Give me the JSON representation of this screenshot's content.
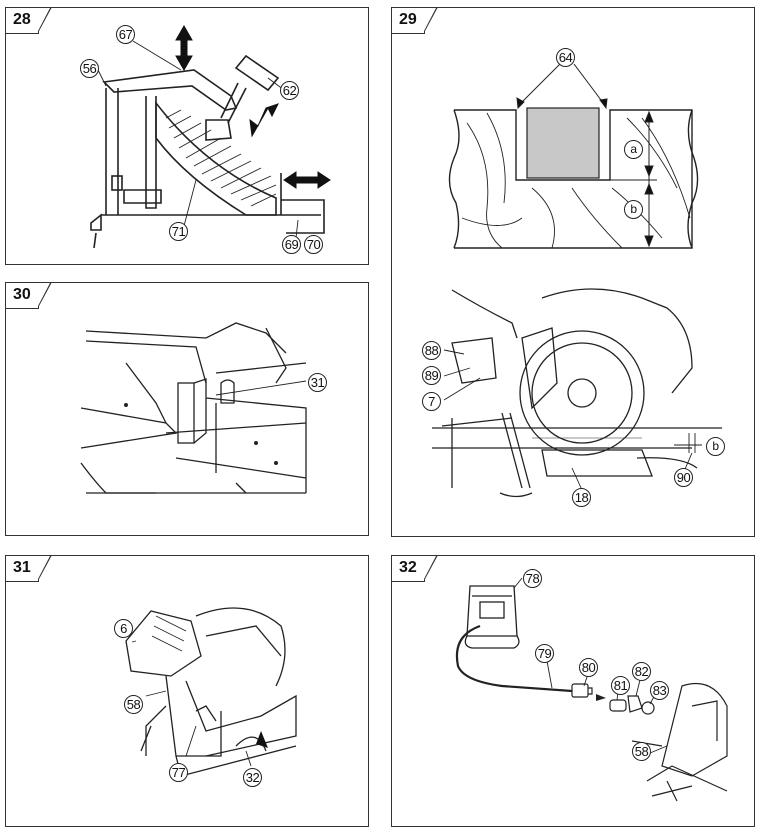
{
  "panels": {
    "p28": {
      "number": "28",
      "labels": {
        "l67": "67",
        "l56": "56",
        "l62": "62",
        "l71": "71",
        "l69": "69",
        "l70": "70"
      }
    },
    "p29": {
      "number": "29",
      "labels": {
        "l64": "64",
        "la": "a",
        "lb": "b",
        "l88": "88",
        "l89": "89",
        "l7": "7",
        "lb2": "b",
        "l90": "90",
        "l18": "18"
      }
    },
    "p30": {
      "number": "30",
      "labels": {
        "l31": "31"
      }
    },
    "p31": {
      "number": "31",
      "labels": {
        "l6": "6",
        "l58": "58",
        "l77": "77",
        "l32": "32"
      }
    },
    "p32": {
      "number": "32",
      "labels": {
        "l78": "78",
        "l79": "79",
        "l80": "80",
        "l81": "81",
        "l82": "82",
        "l83": "83",
        "l58": "58"
      }
    }
  }
}
